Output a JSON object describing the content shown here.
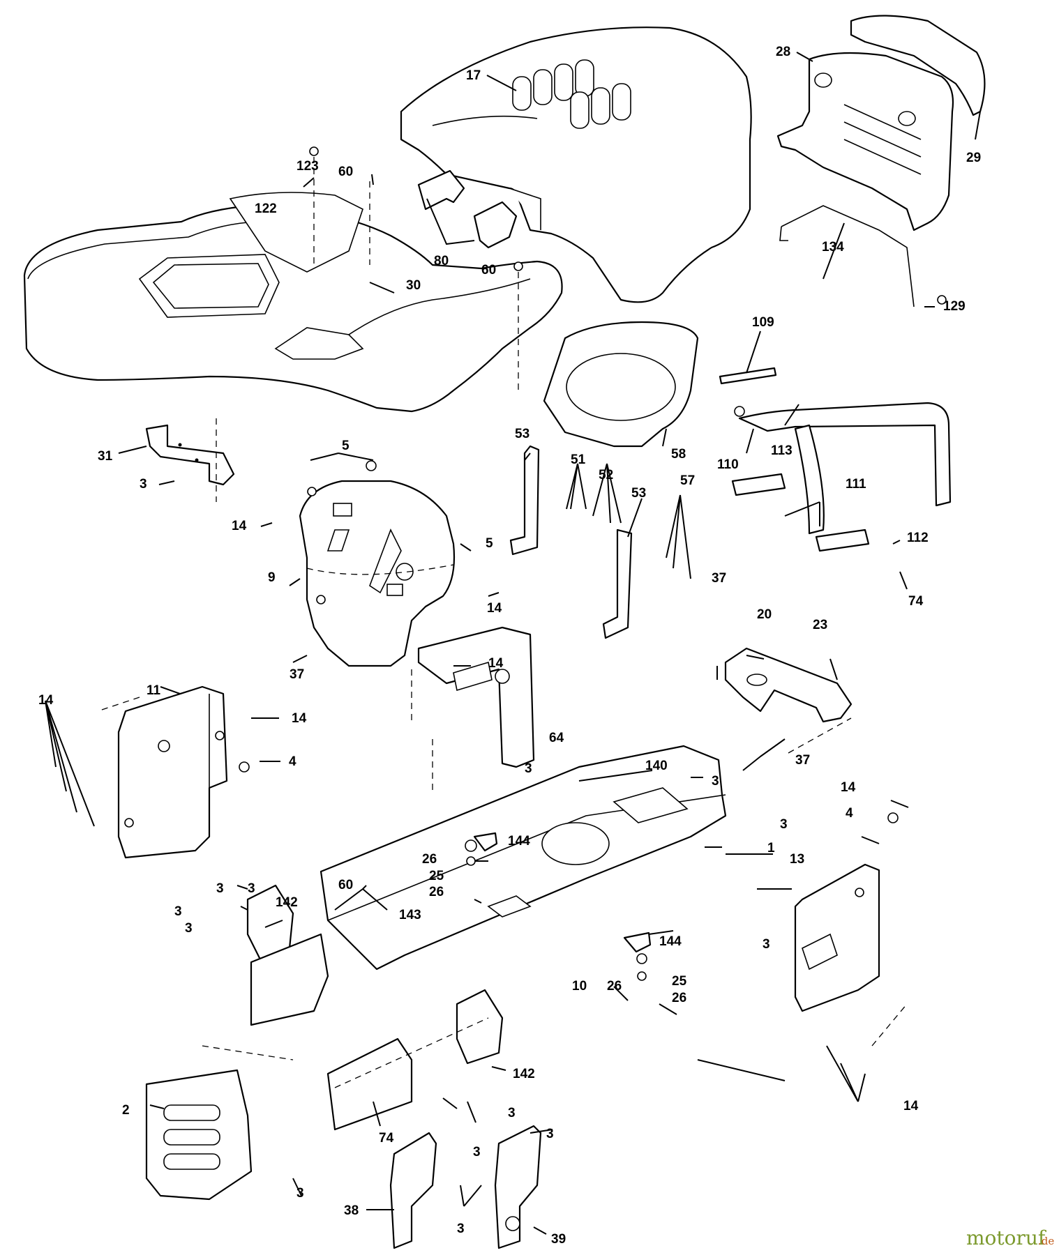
{
  "diagram": {
    "part_numbers": [
      "17",
      "28",
      "29",
      "123",
      "60",
      "122",
      "80",
      "60",
      "30",
      "134",
      "129",
      "109",
      "110",
      "113",
      "31",
      "3",
      "5",
      "53",
      "51",
      "52",
      "53",
      "57",
      "58",
      "14",
      "5",
      "9",
      "111",
      "112",
      "74",
      "14",
      "37",
      "14",
      "37",
      "20",
      "23",
      "11",
      "14",
      "14",
      "4",
      "64",
      "37",
      "3",
      "140",
      "3",
      "14",
      "4",
      "3",
      "144",
      "1",
      "13",
      "26",
      "25",
      "26",
      "3",
      "3",
      "60",
      "3",
      "142",
      "143",
      "3",
      "144",
      "10",
      "26",
      "25",
      "26",
      "3",
      "2",
      "142",
      "3",
      "3",
      "3",
      "74",
      "14",
      "3",
      "38",
      "39",
      "3"
    ]
  },
  "watermark": {
    "brand": "motoruf",
    "tld": ".de"
  },
  "colors": {
    "line": "#000000",
    "paper": "#ffffff",
    "brand_green": "#7c9a2e",
    "brand_orange": "#c05a1a"
  }
}
